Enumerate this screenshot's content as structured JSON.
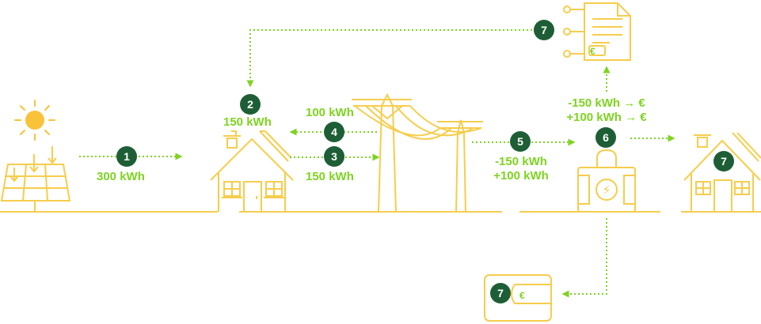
{
  "colors": {
    "outline": "#f6cd4c",
    "sun": "#f8c23a",
    "arrow": "#7ed321",
    "badge": "#1e5e36",
    "badge_text": "#ffffff",
    "label": "#7ed321"
  },
  "steps": [
    {
      "badge": "1",
      "label": "300 kWh"
    },
    {
      "badge": "2",
      "label": "150 kWh"
    },
    {
      "badge": "3",
      "label": "150 kWh"
    },
    {
      "badge": "4",
      "label": "100 kWh"
    },
    {
      "badge": "5",
      "label_line1": "-150 kWh",
      "label_line2": "+100 kWh"
    },
    {
      "badge": "6",
      "label_line1": "-150 kWh → €",
      "label_line2": "+100 kWh → €"
    },
    {
      "badge": "7"
    }
  ],
  "icons": {
    "sun": "sun-icon",
    "solar_panel": "solar-panel-icon",
    "house": "house-icon",
    "power_pylon": "power-pylon-icon",
    "meter": "energy-meter-icon",
    "invoice": "invoice-document-icon",
    "wallet": "wallet-icon"
  },
  "currency_symbol": "€",
  "meter_symbol": "⚡"
}
